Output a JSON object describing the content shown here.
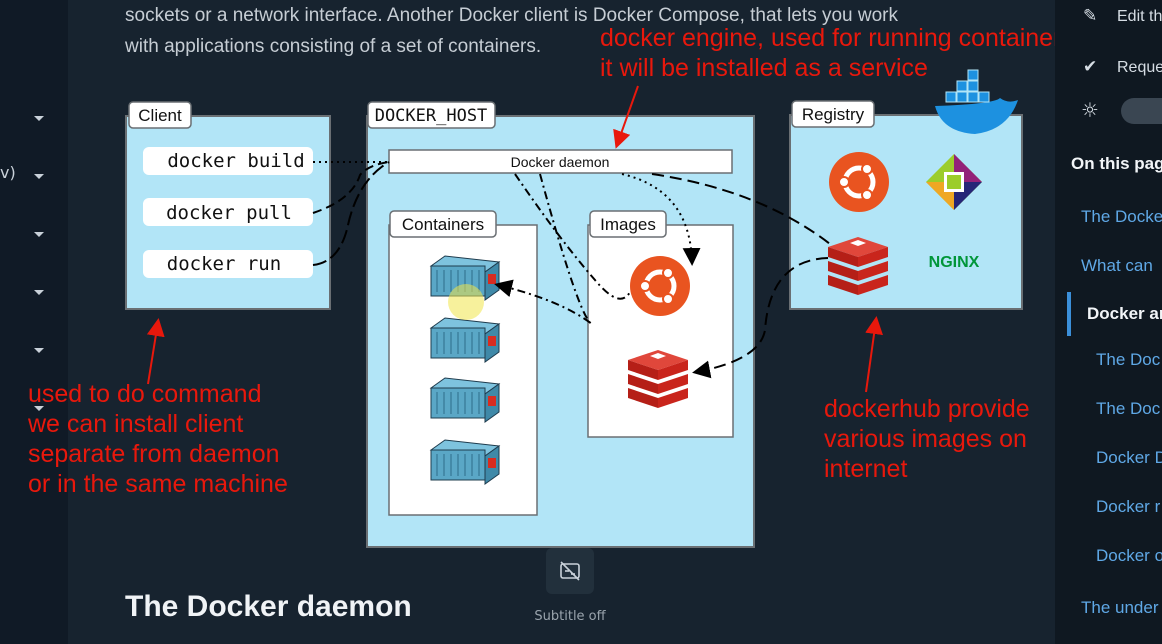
{
  "paragraph": {
    "line1": "sockets or a network interface. Another Docker client is Docker Compose, that lets you work",
    "line2": "with applications consisting of a set of containers."
  },
  "left_nav": {
    "fragment": "v)"
  },
  "diagram": {
    "client_title": "Client",
    "commands": [
      "docker build",
      "docker pull",
      "docker run"
    ],
    "host_title": "DOCKER_HOST",
    "daemon_label": "Docker daemon",
    "containers_title": "Containers",
    "images_title": "Images",
    "registry_title": "Registry",
    "nginx_label": "NGINX",
    "colors": {
      "panel": "#b2e5f7",
      "border": "#6a6f73",
      "ubuntu": "#e95420",
      "redis": "#d82c20",
      "nginx": "#009639",
      "annotation": "#e8180c"
    }
  },
  "annotations": {
    "engine": [
      "docker engine, used for running container,",
      "it will be installed as a service"
    ],
    "client": [
      "used to do command",
      "we can install client",
      "separate from daemon",
      "or in the same machine"
    ],
    "registry": [
      "dockerhub provide",
      "various images on",
      "internet"
    ]
  },
  "section_heading": "The Docker daemon",
  "video": {
    "subtitle_label": "Subtitle off",
    "icon": "subtitles-off-icon"
  },
  "right_sidebar": {
    "edit_label": "Edit th",
    "request_label": "Reque",
    "toc_title": "On this pag",
    "toc": [
      {
        "label": "The Docke",
        "active": false
      },
      {
        "label": "What can",
        "active": false
      },
      {
        "label": "Docker ar",
        "active": true
      },
      {
        "label": "The Doc",
        "active": false
      },
      {
        "label": "The Doc",
        "active": false
      },
      {
        "label": "Docker D",
        "active": false
      },
      {
        "label": "Docker r",
        "active": false
      },
      {
        "label": "Docker o",
        "active": false
      },
      {
        "label": "The under",
        "active": false
      }
    ]
  }
}
